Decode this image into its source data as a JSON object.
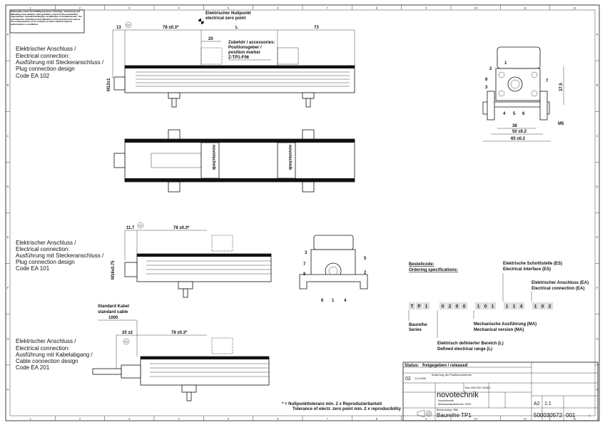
{
  "frame": {
    "columns": [
      "1",
      "2",
      "3",
      "4",
      "5",
      "6",
      "7",
      "8",
      "9",
      "10",
      "11",
      "12"
    ],
    "rows": [
      "A",
      "B",
      "C",
      "D",
      "E",
      "F",
      "G",
      "H"
    ]
  },
  "notice": "Weitergabe sowie Vervielfältigung dieser Unterlage, Verwertung und Mitteilung ihres Inhaltes nicht gestattet, soweit nicht ausdrücklich zugestanden. Zuwiderhandlungen verpflichten zu Schadenersatz. The reproduction, distribution and utilization of this document as well as the communication of its contents to others without express authorization is prohibited.",
  "views": [
    {
      "lines": [
        "Elektrischer Anschluss /",
        "Electrical connection:",
        "Ausführung mit Steckeranschluss /",
        "Plug connection design",
        "Code EA 102"
      ]
    },
    {
      "lines": [
        "Elektrischer Anschluss /",
        "Electrical connection:",
        "Ausführung mit Steckeranschluss /",
        "Plug connection design",
        "Code EA 101"
      ]
    },
    {
      "lines": [
        "Elektrischer Anschluss /",
        "Electrical connection:",
        "Ausführung mit Kabelabgang /",
        "Cable connection design",
        "Code EA 201"
      ]
    }
  ],
  "dimensions": {
    "d13": "13",
    "rev": "02",
    "d78": "78 ±0.3*",
    "L": "L",
    "d73": "73",
    "d20": "20",
    "m12": "M12x1",
    "d117": "11.7",
    "m16": "M16x0.75",
    "d20b": "20 ±2",
    "cable_label": [
      "Standard Kabel",
      "standard cable"
    ],
    "cable_len": "1000",
    "d38": "38",
    "d50": "50 ±0.2",
    "d65": "65 ±0.2",
    "m5": "M5",
    "d375": "37.5",
    "pins": [
      "1",
      "2",
      "3",
      "4",
      "5",
      "6",
      "7",
      "8"
    ]
  },
  "zero_point": [
    "Elektrischer Nullpunkt",
    "electrical zero point"
  ],
  "accessories": [
    "Zubehör / accessories:",
    "Positionsgeber /",
    "position marker",
    "Z-TP1-F06"
  ],
  "brand": "novotechnik",
  "ordering": {
    "title": [
      "Bestellcode:",
      "Ordering specifications:"
    ],
    "code_groups": [
      [
        "T",
        "P",
        "1"
      ],
      [
        "0",
        "2",
        "0",
        "0"
      ],
      [
        "1",
        "0",
        "1"
      ],
      [
        "1",
        "1",
        "4"
      ],
      [
        "1",
        "0",
        "2"
      ]
    ],
    "labels": {
      "series": [
        "Baureihe",
        "Series"
      ],
      "range": [
        "Elektrisch definierter Bereich (L)",
        "Defined electrical range (L)"
      ],
      "mech": [
        "Mechanische Ausführung (MA)",
        "Mechanical version (MA)"
      ],
      "interface": [
        "Elektrische Schnittstelle (ES)",
        "Electrical interface (ES)"
      ],
      "conn": [
        "Elektrischer Anschluss (EA)",
        "Electrical connection (EA)"
      ]
    }
  },
  "footnote": [
    "* = Nullpunkttoleranz min. 2 x Reproduzierbarkeit",
    "Tolerance of electr. zero point min. 2 x reproducibility"
  ],
  "title_block": {
    "status_label": "Status:",
    "status": "freigegeben / released",
    "rev": "02",
    "date": "JJJ-0000",
    "change": "Änderung der Positionsnummer",
    "std": "Bez DIN ISO 16016",
    "brand_sub": [
      "Novotechnik",
      "Messwertaufnehmer OHG"
    ],
    "name_label": "Benennung / title",
    "name": "Baureihe TP1",
    "format": "A2",
    "scale": "1:1",
    "doc_no": "500030572",
    "part": "001",
    "sheet": "1"
  }
}
